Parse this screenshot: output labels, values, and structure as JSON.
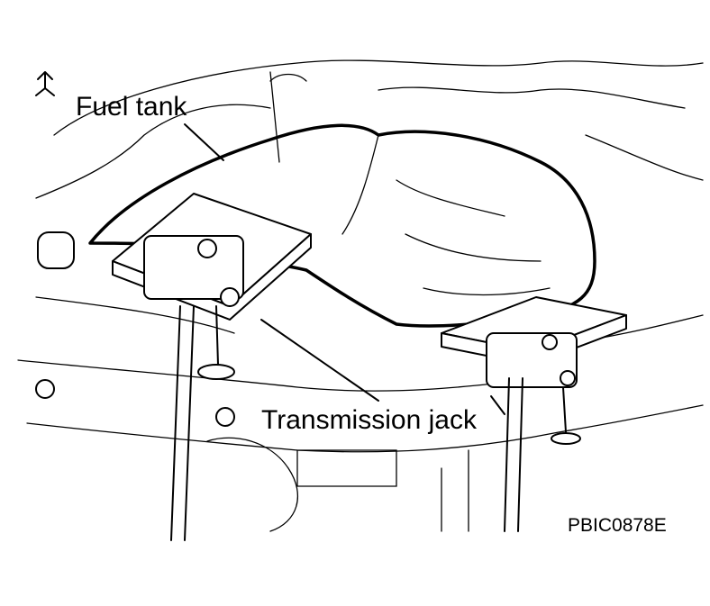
{
  "labels": {
    "fuel_tank": "Fuel tank",
    "transmission_jack": "Transmission jack",
    "figure_code": "PBIC0878E"
  },
  "icons": {
    "front_indicator": "front-arrow-icon"
  },
  "colors": {
    "line": "#000000",
    "background": "#ffffff"
  }
}
